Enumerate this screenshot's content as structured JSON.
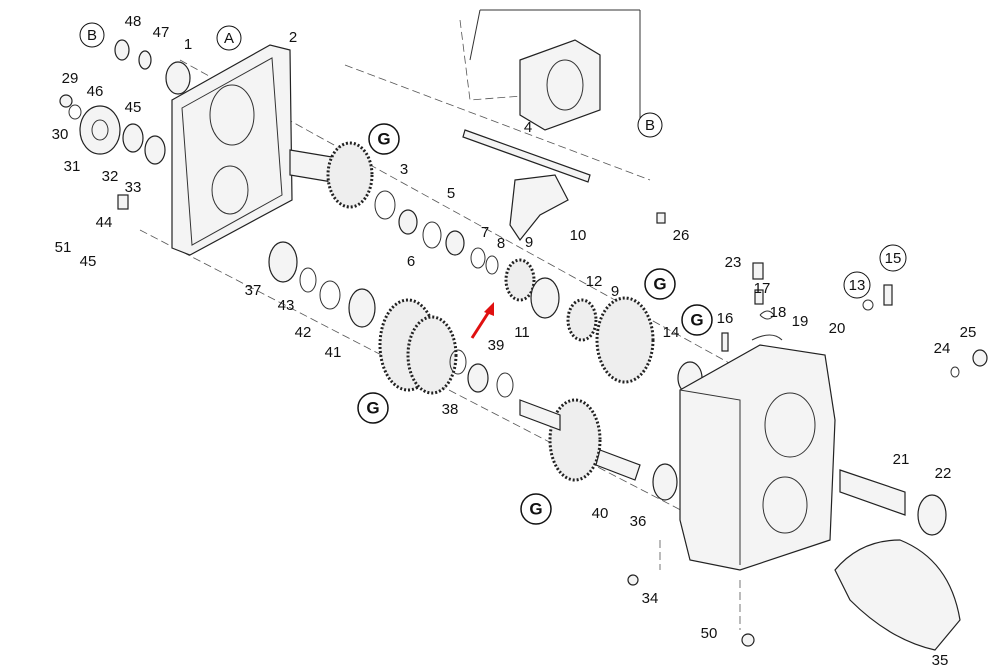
{
  "diagram": {
    "circled_labels": {
      "A": "A",
      "B": "B",
      "G": "G",
      "13": "13",
      "15": "15"
    },
    "part_numbers": [
      "1",
      "2",
      "3",
      "4",
      "5",
      "6",
      "7",
      "8",
      "9",
      "10",
      "11",
      "12",
      "14",
      "16",
      "17",
      "18",
      "19",
      "20",
      "21",
      "22",
      "23",
      "24",
      "25",
      "26",
      "29",
      "30",
      "31",
      "32",
      "33",
      "34",
      "35",
      "36",
      "37",
      "38",
      "39",
      "40",
      "41",
      "42",
      "43",
      "44",
      "45",
      "46",
      "47",
      "48",
      "50",
      "51"
    ],
    "colors": {
      "arrow": "#e01010",
      "lines": "#222222"
    }
  }
}
